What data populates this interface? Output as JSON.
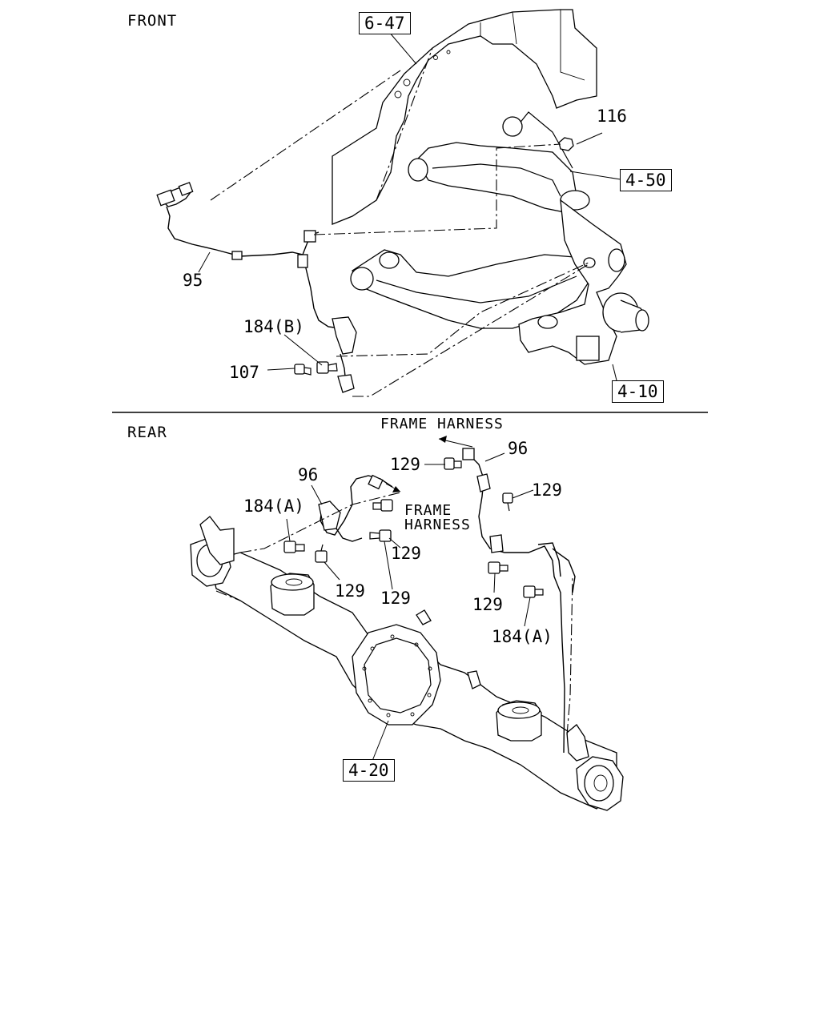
{
  "sections": {
    "front": "FRONT",
    "rear": "REAR"
  },
  "front_callouts": {
    "ref_fender": "6-47",
    "ref_upper_arm": "4-50",
    "ref_knuckle": "4-10",
    "part_116": "116",
    "part_95": "95",
    "part_184b": "184(B)",
    "part_107": "107"
  },
  "rear_callouts": {
    "frame_harness_top": "FRAME HARNESS",
    "frame_harness_mid_line1": "FRAME",
    "frame_harness_mid_line2": "HARNESS",
    "part_96_right": "96",
    "part_96_left": "96",
    "part_129_a": "129",
    "part_129_b": "129",
    "part_129_c": "129",
    "part_129_d": "129",
    "part_129_e": "129",
    "part_129_f": "129",
    "part_184a_left": "184(A)",
    "part_184a_right": "184(A)",
    "ref_axle": "4-20"
  }
}
